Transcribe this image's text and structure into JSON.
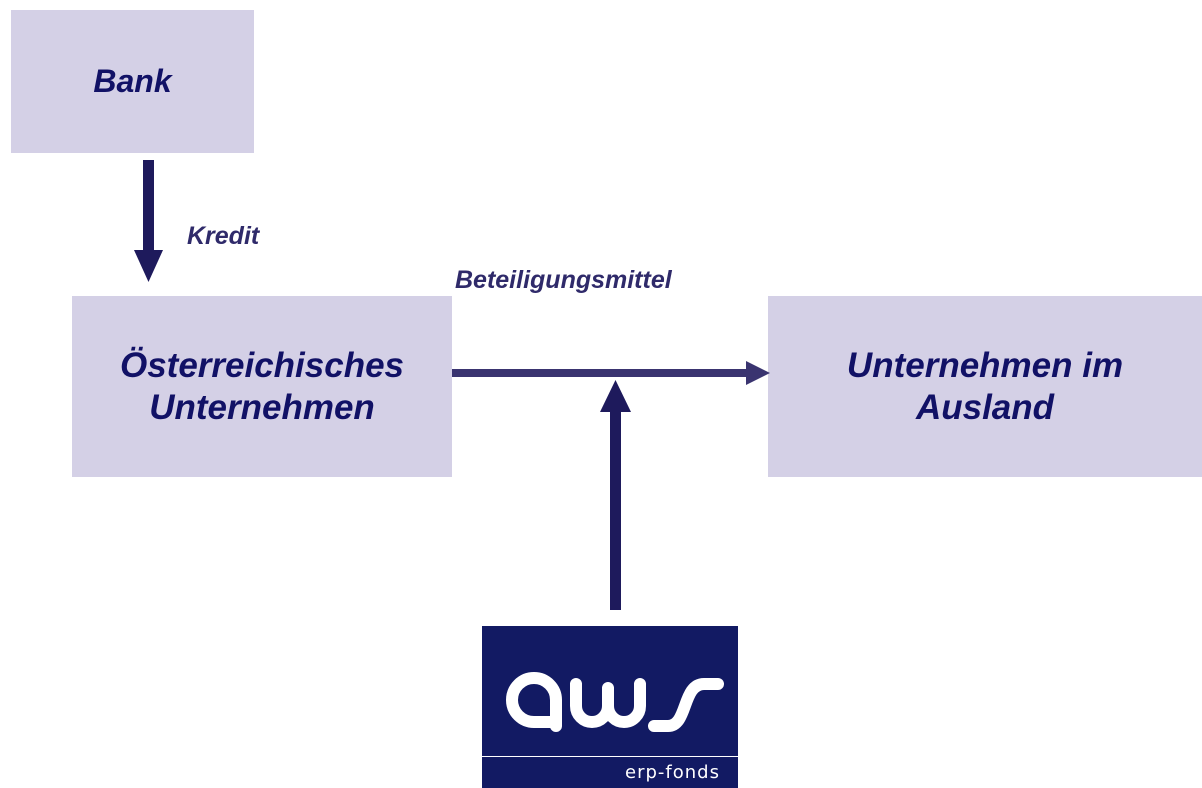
{
  "nodes": {
    "bank": "Bank",
    "domestic_company": [
      "Österreichisches",
      "Unternehmen"
    ],
    "foreign_company": [
      "Unternehmen im",
      "Ausland"
    ]
  },
  "edges": {
    "credit_label": "Kredit",
    "equity_label": "Beteiligungsmittel"
  },
  "logo": {
    "wordmark": "aws",
    "subtitle": "erp-fonds"
  },
  "colors": {
    "box_fill": "#d4d0e6",
    "node_text": "#111166",
    "label_text": "#2f2a6a",
    "arrow": "#1e1a5c",
    "logo_bg": "#121a63"
  }
}
